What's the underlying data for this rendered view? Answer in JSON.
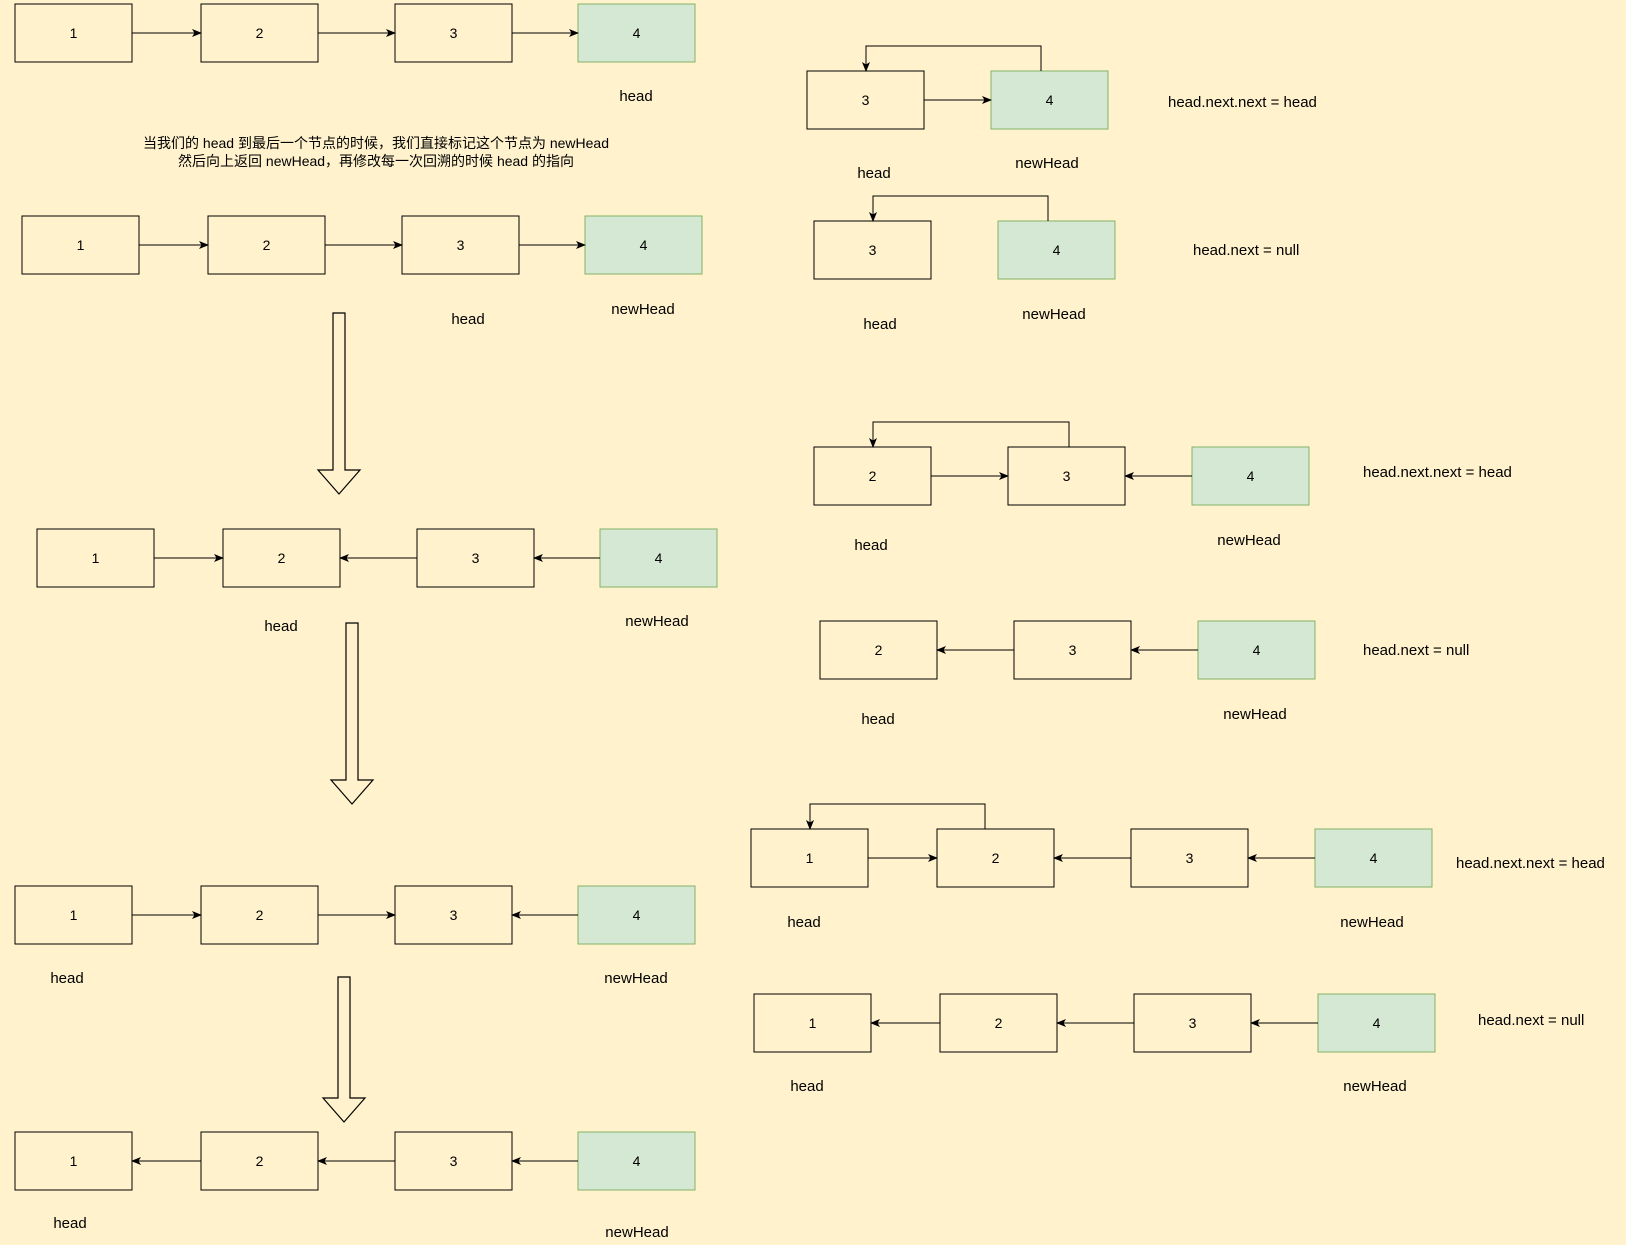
{
  "node_labels": [
    "1",
    "2",
    "3",
    "4"
  ],
  "words": {
    "head": "head",
    "new_head": "newHead",
    "op_next_next": "head.next.next = head",
    "op_next_null": "head.next = null"
  },
  "caption": {
    "line1": "当我们的 head 到最后一个节点的时候，我们直接标记这个节点为 newHead",
    "line2": "然后向上返回 newHead，再修改每一次回溯的时候 head 的指向"
  },
  "colors": {
    "background": "#FFF2CC",
    "node_fill": "#FFF2CC",
    "highlight_fill": "#D5E8D4",
    "highlight_stroke": "#82B366",
    "stroke": "#000000"
  }
}
